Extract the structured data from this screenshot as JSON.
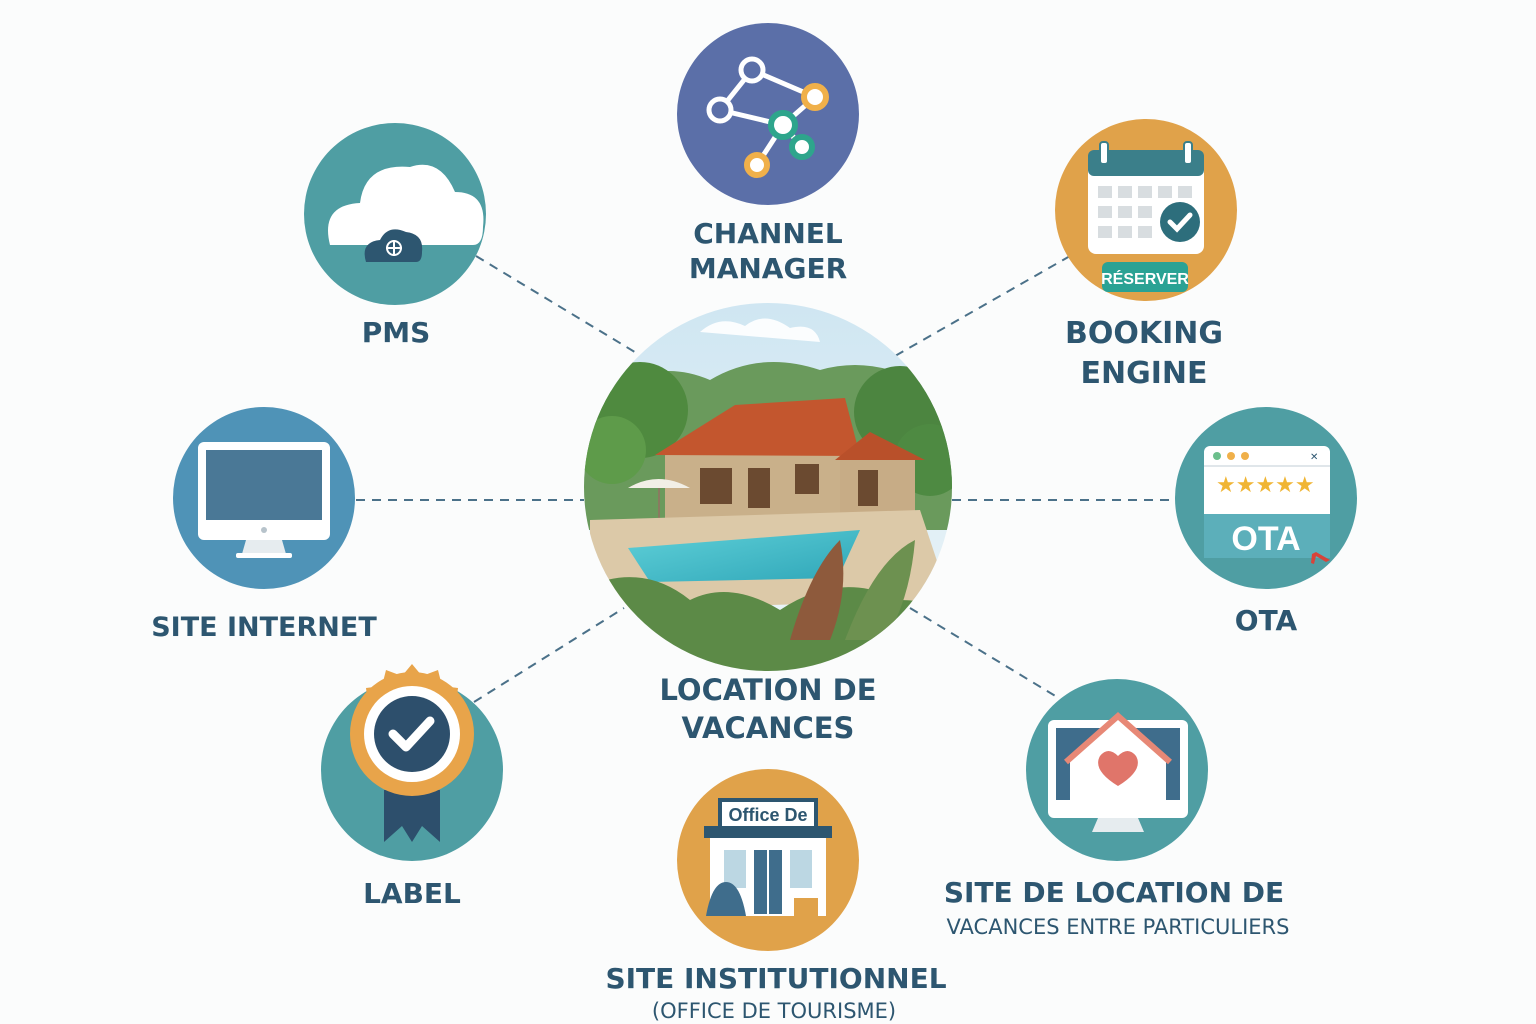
{
  "center": {
    "title_line1": "LOCATION DE",
    "title_line2": "VACANCES"
  },
  "nodes": {
    "channel_manager": {
      "line1": "CHANNEL",
      "line2": "MANAGER",
      "icon": "network-nodes-icon",
      "color": "#5b6fa8"
    },
    "pms": {
      "label": "PMS",
      "icon": "cloud-icon",
      "color": "#4f9ea3"
    },
    "booking_engine": {
      "line1": "BOOKING",
      "line2": "ENGINE",
      "icon": "calendar-check-icon",
      "button_text": "RÉSERVER",
      "color": "#e0a24a"
    },
    "site_internet": {
      "label": "SITE INTERNET",
      "icon": "monitor-icon",
      "color": "#4f93b7"
    },
    "ota": {
      "label": "OTA",
      "icon": "browser-rating-icon",
      "badge_text": "OTA",
      "color": "#4f9ea3"
    },
    "label": {
      "label": "LABEL",
      "icon": "badge-check-icon",
      "color": "#4f9ea3"
    },
    "site_location": {
      "line1": "SITE DE LOCATION DE",
      "line2": "VACANCES ENTRE PARTICULIERS",
      "icon": "monitor-house-heart-icon",
      "color": "#4f9ea3"
    },
    "site_institutionnel": {
      "line1": "SITE INSTITUTIONNEL",
      "line2": "(OFFICE DE TOURISME)",
      "icon": "office-building-icon",
      "sign_text": "Office De",
      "color": "#e0a24a"
    }
  },
  "colors": {
    "text": "#2d5670",
    "connector": "#4b7189"
  }
}
